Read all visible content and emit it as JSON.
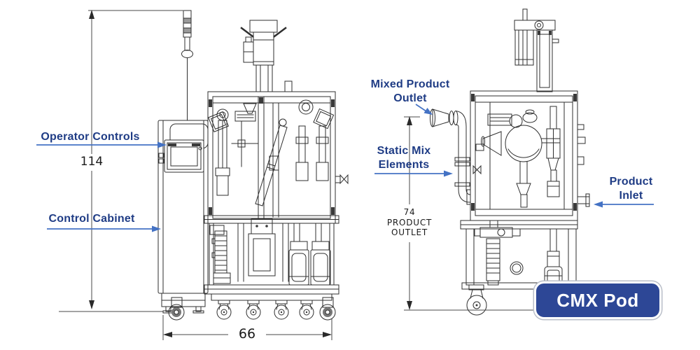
{
  "labels": {
    "operator_controls": "Operator Controls",
    "control_cabinet": "Control Cabinet",
    "mixed_product_outlet": {
      "line1": "Mixed Product",
      "line2": "Outlet"
    },
    "static_mix_elements": {
      "line1": "Static Mix",
      "line2": "Elements"
    },
    "product_inlet": {
      "line1": "Product",
      "line2": "Inlet"
    }
  },
  "dimensions": {
    "overall_height": "114",
    "overall_width": "66",
    "product_outlet": {
      "value": "74",
      "line2": "PRODUCT",
      "line3": "OUTLET"
    }
  },
  "badge": {
    "label": "CMX Pod"
  },
  "colors": {
    "label_text": "#1F3C85",
    "arrow_blue": "#4472C4",
    "badge_background": "#2D4796",
    "badge_text": "#FFFFFF",
    "dimension_text": "#1A1A1A",
    "drawing_line": "#2F2F2F"
  }
}
